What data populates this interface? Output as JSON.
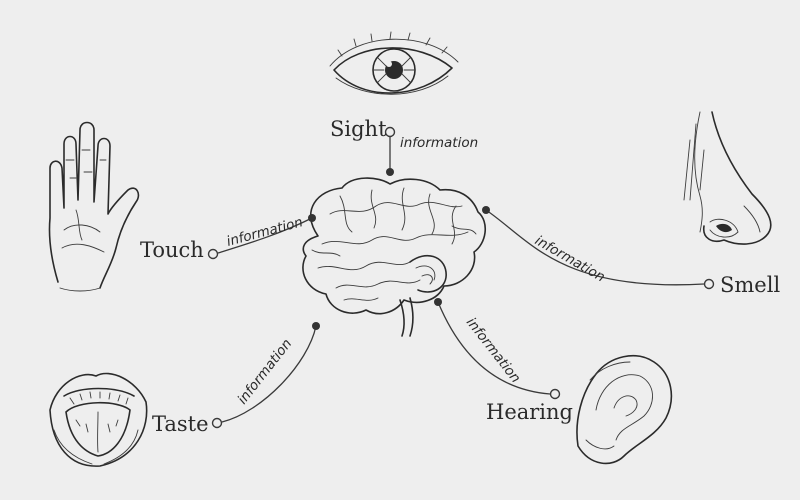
{
  "senses": {
    "sight": "Sight",
    "touch": "Touch",
    "smell": "Smell",
    "taste": "Taste",
    "hearing": "Hearing"
  },
  "connections": {
    "sight": "information",
    "touch": "information",
    "smell": "information",
    "taste": "information",
    "hearing": "information"
  },
  "colors": {
    "background": "#eeeeee",
    "ink": "#2b2b2b"
  }
}
